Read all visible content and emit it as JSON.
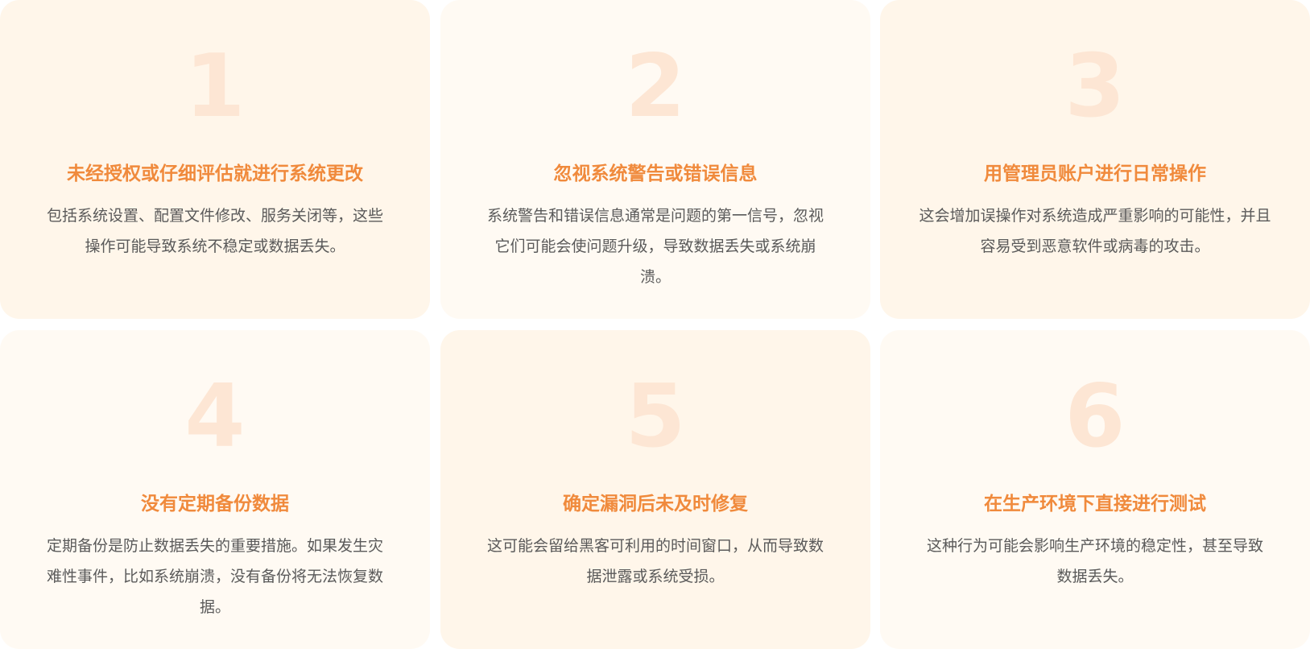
{
  "cards": [
    {
      "number": "1",
      "title": "未经授权或仔细评估就进行系统更改",
      "description": "包括系统设置、配置文件修改、服务关闭等，这些操作可能导致系统不稳定或数据丢失。"
    },
    {
      "number": "2",
      "title": "忽视系统警告或错误信息",
      "description": "系统警告和错误信息通常是问题的第一信号，忽视它们可能会使问题升级，导致数据丢失或系统崩溃。"
    },
    {
      "number": "3",
      "title": "用管理员账户进行日常操作",
      "description": "这会增加误操作对系统造成严重影响的可能性，并且容易受到恶意软件或病毒的攻击。"
    },
    {
      "number": "4",
      "title": "没有定期备份数据",
      "description": "定期备份是防止数据丢失的重要措施。如果发生灾难性事件，比如系统崩溃，没有备份将无法恢复数据。"
    },
    {
      "number": "5",
      "title": "确定漏洞后未及时修复",
      "description": "这可能会留给黑客可利用的时间窗口，从而导致数据泄露或系统受损。"
    },
    {
      "number": "6",
      "title": "在生产环境下直接进行测试",
      "description": "这种行为可能会影响生产环境的稳定性，甚至导致数据丢失。"
    }
  ],
  "colors": {
    "card_warm": "#fff6ea",
    "card_light": "#fffaf3",
    "number": "#fde6d4",
    "title": "#f08a3c",
    "description": "#5a5a5a"
  }
}
